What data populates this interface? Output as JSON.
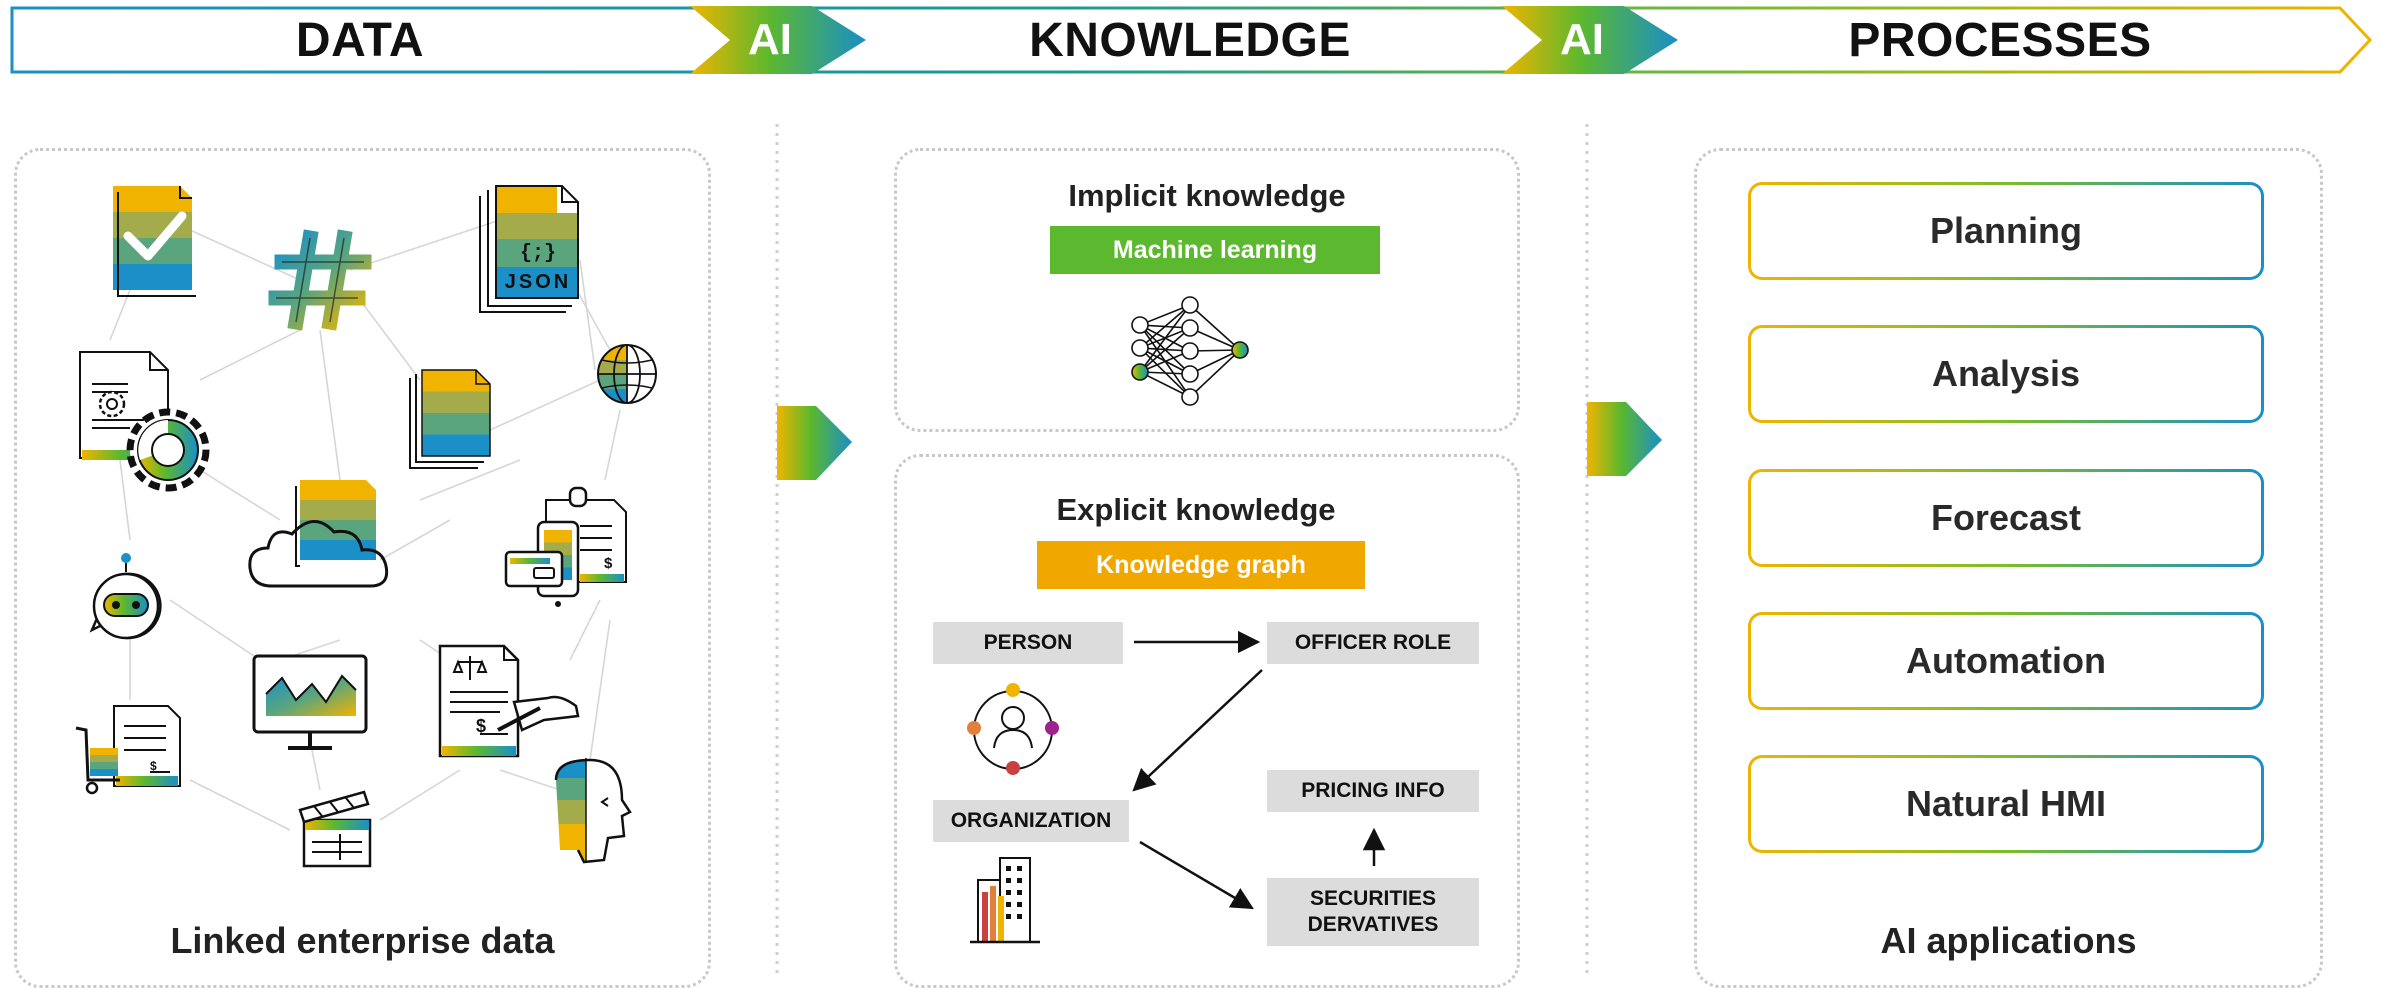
{
  "header": {
    "data_label": "DATA",
    "ai_label_1": "AI",
    "knowledge_label": "KNOWLEDGE",
    "ai_label_2": "AI",
    "processes_label": "PROCESSES"
  },
  "data_panel": {
    "caption": "Linked enterprise data",
    "icons": [
      "checklist-document-icon",
      "hashtag-icon",
      "json-file-icon",
      "globe-icon",
      "settings-document-icon",
      "stacked-documents-icon",
      "cloud-documents-icon",
      "payment-invoice-icon",
      "chatbot-icon",
      "line-chart-monitor-icon",
      "signed-contract-icon",
      "cart-invoice-icon",
      "clapperboard-icon",
      "human-head-ai-icon"
    ],
    "json_badge": "{;}",
    "json_text": "JSON",
    "dollar": "$"
  },
  "knowledge_panel": {
    "implicit_title": "Implicit knowledge",
    "implicit_pill": "Machine learning",
    "explicit_title": "Explicit knowledge",
    "explicit_pill": "Knowledge graph",
    "nodes": {
      "person": "PERSON",
      "officer_role": "OFFICER ROLE",
      "organization": "ORGANIZATION",
      "pricing_info": "PRICING INFO",
      "securities": "SECURITIES\nDERVATIVES"
    }
  },
  "processes_panel": {
    "items": [
      "Planning",
      "Analysis",
      "Forecast",
      "Automation",
      "Natural HMI"
    ],
    "caption": "AI applications"
  },
  "colors": {
    "yellow": "#f0b400",
    "green": "#5cb82e",
    "teal": "#1a9d8f",
    "blue": "#1a8fc8",
    "machine_learning_pill": "#5cb82e",
    "knowledge_graph_pill": "#f0a800"
  }
}
